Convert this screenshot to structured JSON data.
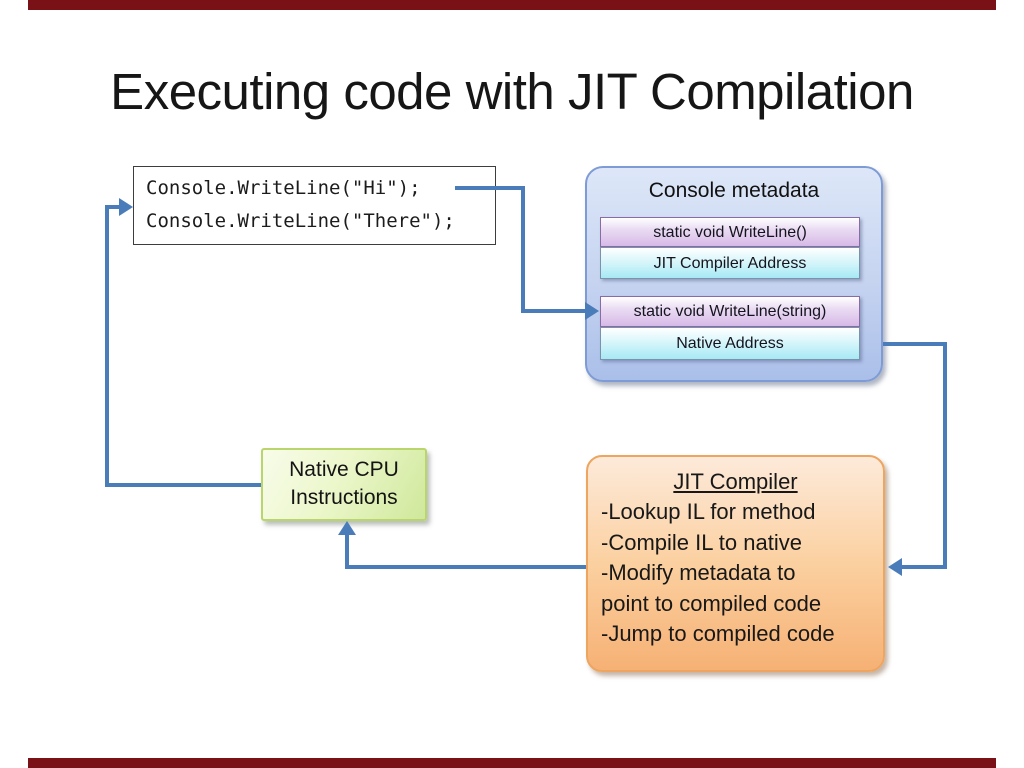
{
  "slide": {
    "title": "Executing code with JIT Compilation"
  },
  "code_box": {
    "lines": [
      "Console.WriteLine(\"Hi\");",
      "Console.WriteLine(\"There\");"
    ]
  },
  "metadata_box": {
    "title": "Console metadata",
    "entries": [
      {
        "method": "static void WriteLine()",
        "address": "JIT Compiler Address"
      },
      {
        "method": "static void WriteLine(string)",
        "address": "Native Address"
      }
    ]
  },
  "native_box": {
    "line1": "Native CPU",
    "line2": "Instructions"
  },
  "jit_box": {
    "title": "JIT Compiler",
    "lines": [
      "-Lookup IL for method",
      "-Compile IL to native",
      "-Modify metadata to",
      "point to compiled code",
      "-Jump to compiled code"
    ]
  },
  "colors": {
    "connector_blue": "#4b7cba",
    "edge_bar_red": "#7a1116",
    "metadata_fill": "#c5d3f0",
    "method_bar_fill": "#d7b9e7",
    "address_bar_fill": "#a7e9f5",
    "native_fill": "#dcefab",
    "jit_fill": "#f9c48c"
  }
}
